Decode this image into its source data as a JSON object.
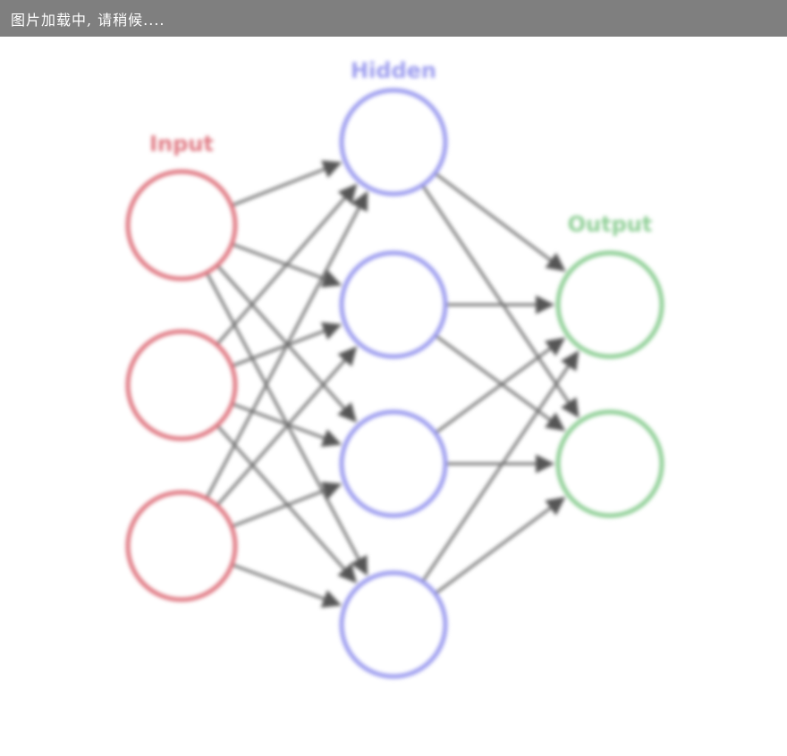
{
  "loading_banner": {
    "text": "图片加载中, 请稍候...."
  },
  "diagram": {
    "layers": [
      {
        "label": "Input",
        "node_count": 3,
        "color": "#e07a84"
      },
      {
        "label": "Hidden",
        "node_count": 4,
        "color": "#9c9cef"
      },
      {
        "label": "Output",
        "node_count": 2,
        "color": "#8fcf96"
      }
    ],
    "edge_color": "#6f6f6f",
    "connectivity": "fully-connected"
  }
}
